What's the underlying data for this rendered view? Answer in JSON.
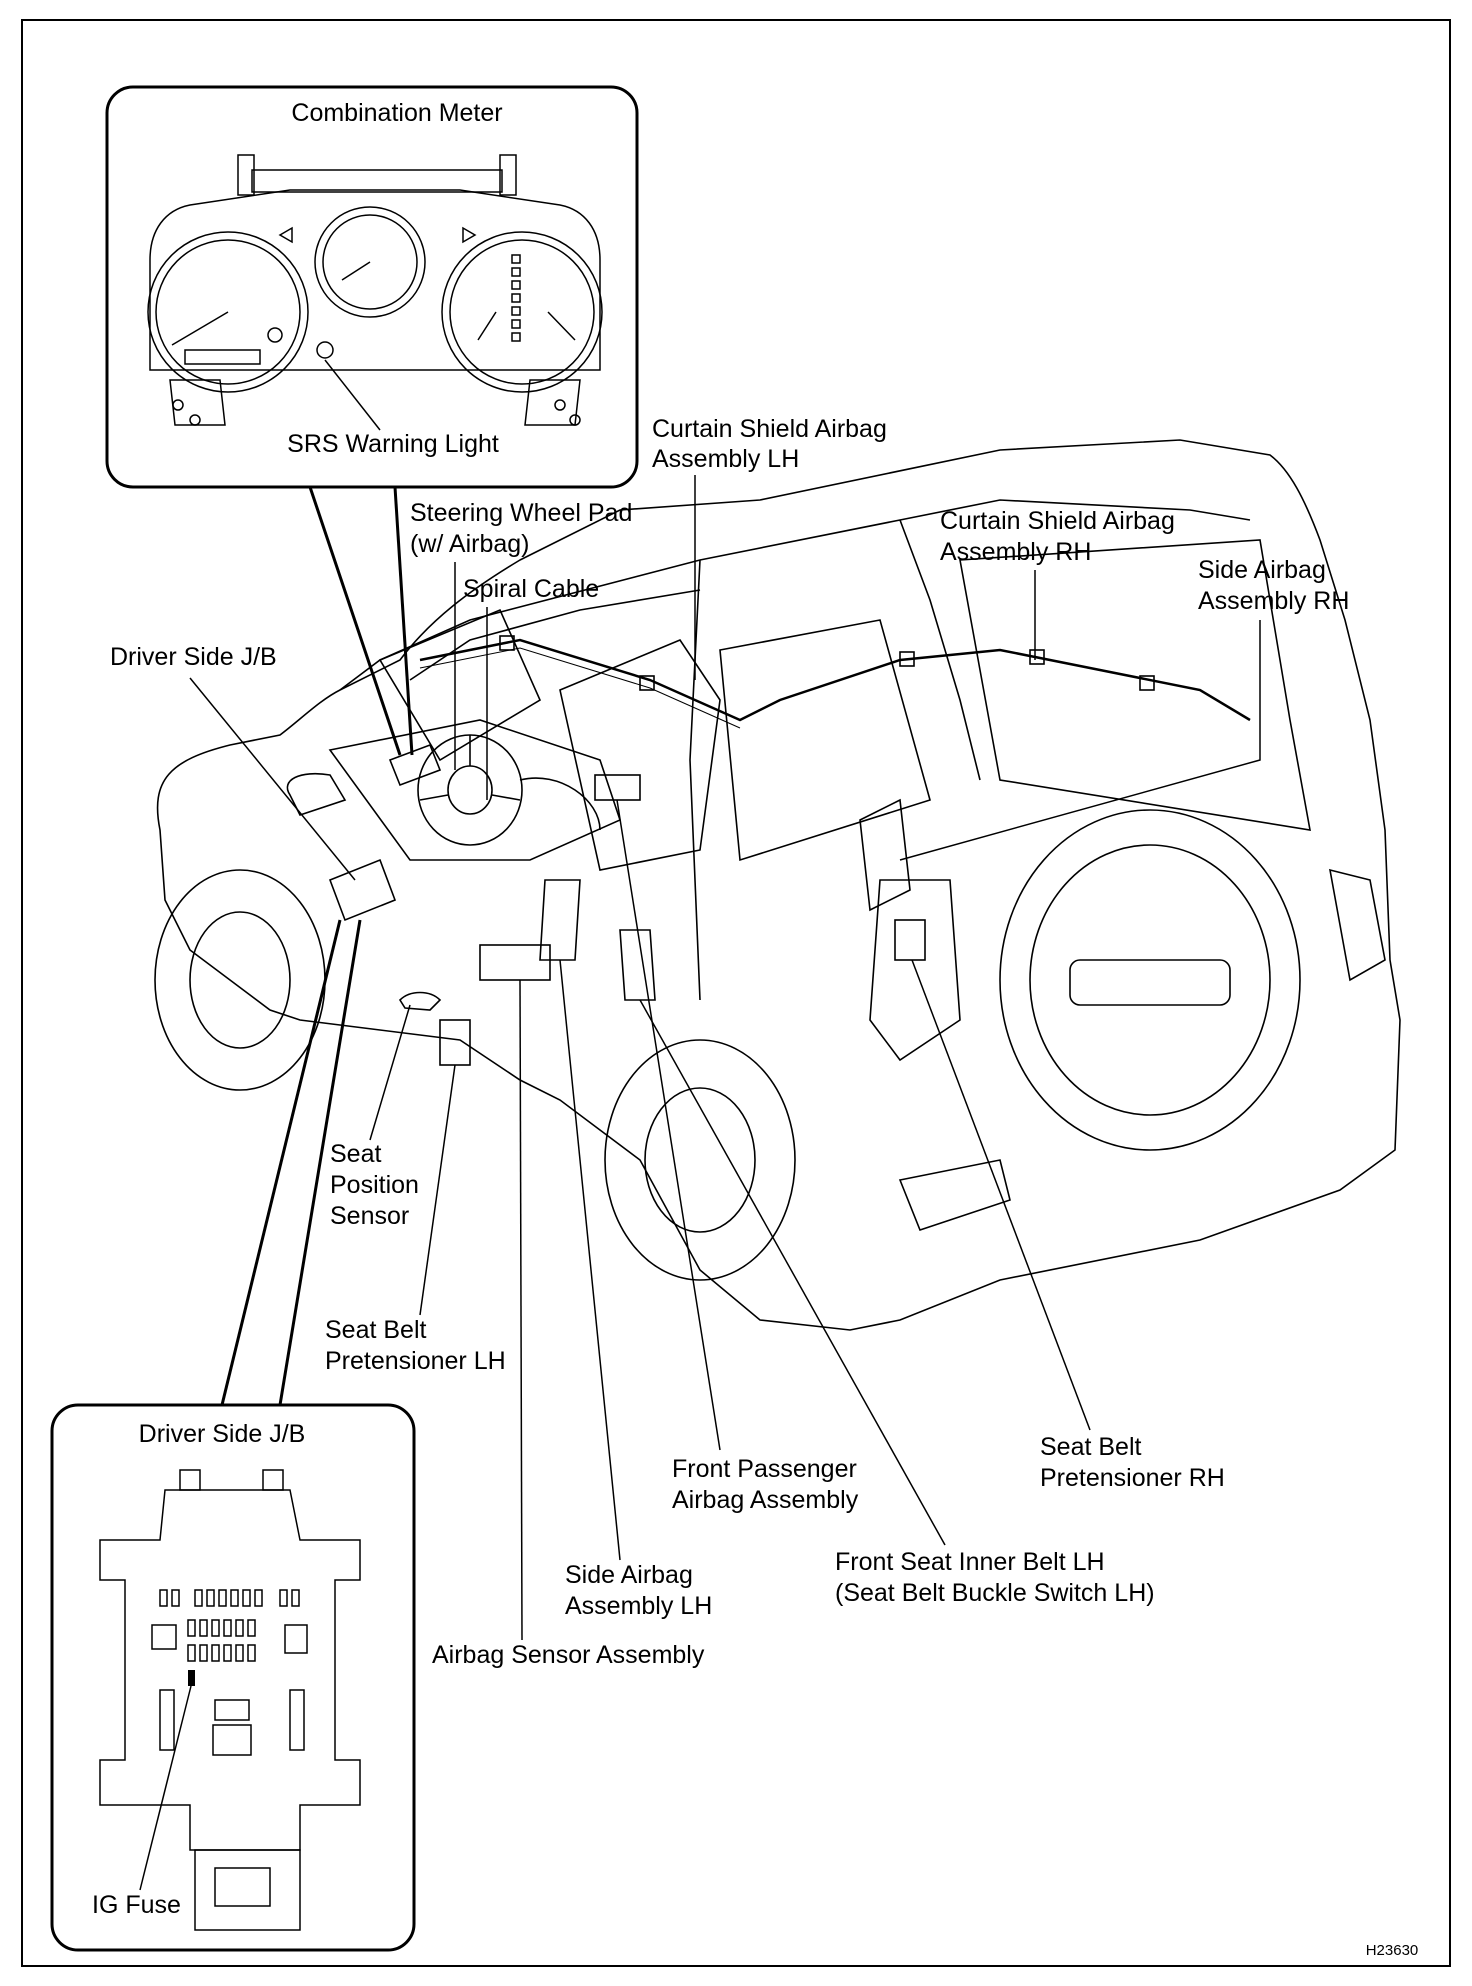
{
  "labels": {
    "combination_meter": "Combination Meter",
    "srs_warning_light": "SRS Warning Light",
    "curtain_lh_1": "Curtain Shield Airbag",
    "curtain_lh_2": "Assembly LH",
    "steering_pad_1": "Steering Wheel Pad",
    "steering_pad_2": "(w/ Airbag)",
    "curtain_rh_1": "Curtain Shield Airbag",
    "curtain_rh_2": "Assembly RH",
    "side_rh_1": "Side Airbag",
    "side_rh_2": "Assembly RH",
    "spiral_cable": "Spiral Cable",
    "driver_jb": "Driver Side J/B",
    "seat_pos_1": "Seat",
    "seat_pos_2": "Position",
    "seat_pos_3": "Sensor",
    "pret_lh_1": "Seat Belt",
    "pret_lh_2": "Pretensioner LH",
    "driver_jb_inset": "Driver Side J/B",
    "pass_airbag_1": "Front Passenger",
    "pass_airbag_2": "Airbag Assembly",
    "pret_rh_1": "Seat Belt",
    "pret_rh_2": "Pretensioner RH",
    "inner_belt_1": "Front Seat Inner Belt LH",
    "inner_belt_2": "(Seat Belt Buckle Switch LH)",
    "side_lh_1": "Side Airbag",
    "side_lh_2": "Assembly LH",
    "sensor_assy": "Airbag Sensor Assembly",
    "ig_fuse": "IG Fuse",
    "figure_code": "H23630"
  }
}
